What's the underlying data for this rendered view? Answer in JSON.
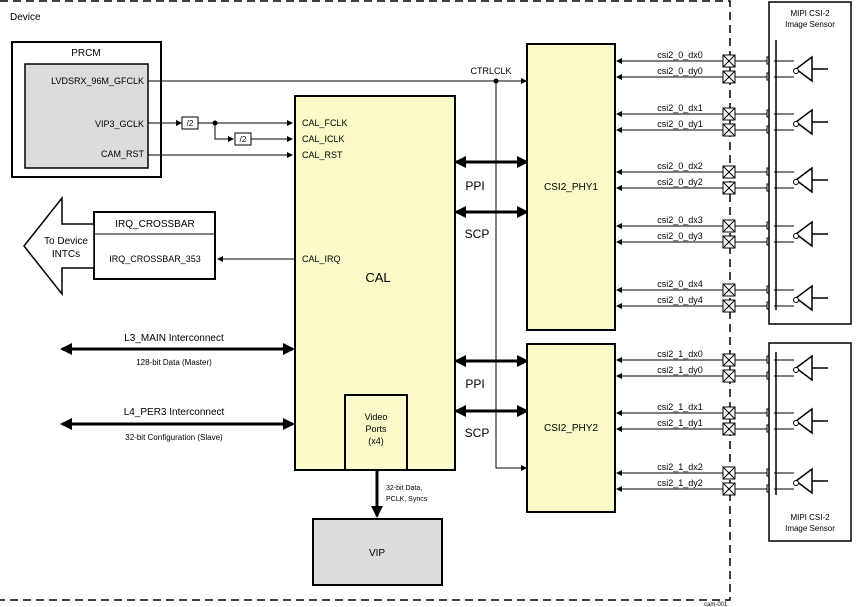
{
  "device": {
    "label": "Device"
  },
  "prcm": {
    "title": "PRCM",
    "lvds_clk": "LVDSRX_96M_GFCLK",
    "vip3_clk": "VIP3_GCLK",
    "cam_rst": "CAM_RST",
    "div": [
      "/2",
      "/2"
    ]
  },
  "irq_crossbar": {
    "title": "IRQ_CROSSBAR",
    "label": "IRQ_CROSSBAR_353"
  },
  "intc_arrow": {
    "line1": "To Device",
    "line2": "INTCs"
  },
  "cal": {
    "title": "CAL",
    "fclk": "CAL_FCLK",
    "iclk": "CAL_ICLK",
    "rst": "CAL_RST",
    "irq": "CAL_IRQ",
    "video_ports": [
      "Video",
      "Ports",
      "(x4)"
    ]
  },
  "l3": {
    "title": "L3_MAIN Interconnect",
    "sub": "128-bit Data (Master)"
  },
  "l4": {
    "title": "L4_PER3 Interconnect",
    "sub": "32-bit Configuration (Slave)"
  },
  "ctrlclk": "CTRLCLK",
  "ppi": "PPI",
  "scp": "SCP",
  "phy1": {
    "title": "CSI2_PHY1",
    "signals": [
      "csi2_0_dx0",
      "csi2_0_dy0",
      "csi2_0_dx1",
      "csi2_0_dy1",
      "csi2_0_dx2",
      "csi2_0_dy2",
      "csi2_0_dx3",
      "csi2_0_dy3",
      "csi2_0_dx4",
      "csi2_0_dy4"
    ]
  },
  "phy2": {
    "title": "CSI2_PHY2",
    "signals": [
      "csi2_1_dx0",
      "csi2_1_dy0",
      "csi2_1_dx1",
      "csi2_1_dy1",
      "csi2_1_dx2",
      "csi2_1_dy2"
    ]
  },
  "sensor1": {
    "line1": "MIPI CSI-2",
    "line2": "Image Sensor"
  },
  "sensor2": {
    "line1": "MIPI CSI-2",
    "line2": "Image Sensor"
  },
  "vip": {
    "title": "VIP",
    "link": [
      "32-bit Data,",
      "PCLK, Syncs"
    ]
  },
  "footer_id": "cam-001",
  "colors": {
    "yellow": "#fafac8",
    "gray": "#dcdcdc"
  }
}
